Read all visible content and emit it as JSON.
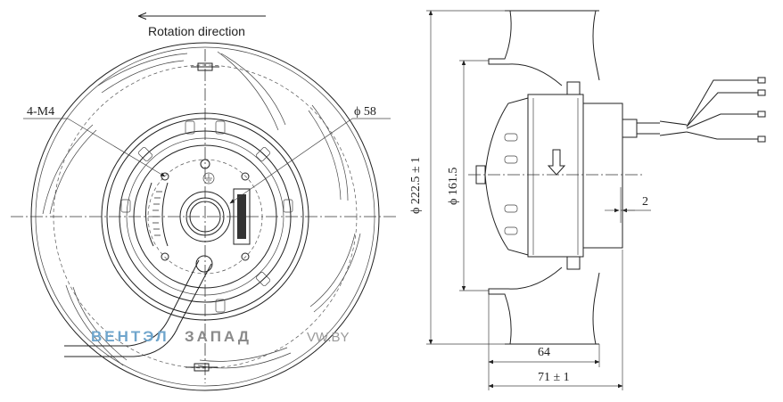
{
  "front_view": {
    "rotation_label": "Rotation direction",
    "mount_label": "4-M4",
    "hub_label": "ϕ 58"
  },
  "side_view": {
    "outer_diameter_label": "ϕ 222.5 ± 1",
    "motor_diameter_label": "ϕ 161.5",
    "gap_label": "2",
    "depth_label": "64",
    "total_depth_label": "71 ± 1"
  },
  "watermark": {
    "part_blue": "ВЕНТЭЛ",
    "part_gray": "ЗАПАД",
    "domain": "VW.BY",
    "color_blue": "#6fa5cc",
    "color_gray": "#8a8a8a"
  }
}
